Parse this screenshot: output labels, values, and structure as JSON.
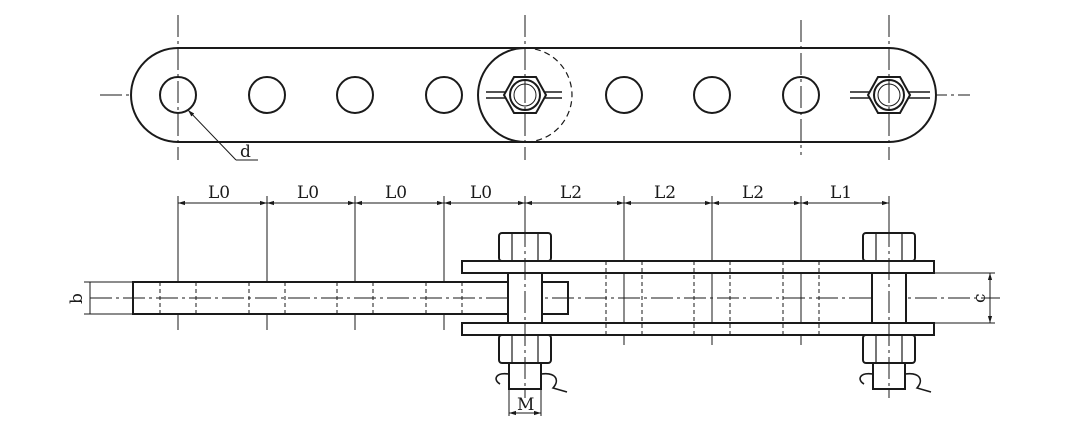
{
  "labels": {
    "hole_diameter": "d",
    "pitch_a": "L0",
    "pitch_b": "L2",
    "end_pitch": "L1",
    "plate_thickness": "b",
    "clevis_gap": "c",
    "bolt_thread": "M"
  },
  "colors": {
    "line": "#1a1a1a",
    "background": "#ffffff"
  }
}
